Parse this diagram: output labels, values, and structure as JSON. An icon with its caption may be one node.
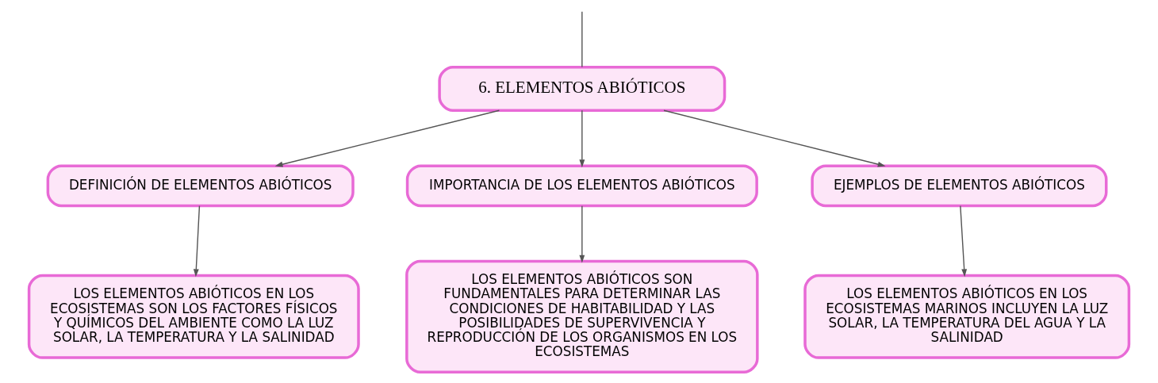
{
  "diagram": {
    "nodes": [
      {
        "text": [
          "6. ELEMENTOS ABIÓTICOS"
        ]
      },
      {
        "text": [
          "DEFINICIÓN DE ELEMENTOS ABIÓTICOS"
        ]
      },
      {
        "text": [
          "IMPORTANCIA DE LOS ELEMENTOS ABIÓTICOS"
        ]
      },
      {
        "text": [
          "EJEMPLOS DE ELEMENTOS ABIÓTICOS"
        ]
      },
      {
        "text": [
          "LOS ELEMENTOS ABIÓTICOS EN LOS ECOSISTEMAS SON LOS FACTORES FÍSICOS Y QUÍMICOS DEL AMBIENTE COMO LA LUZ SOLAR, LA TEMPERATURA Y LA SALINIDAD"
        ]
      },
      {
        "text": [
          "LOS ELEMENTOS ABIÓTICOS SON FUNDAMENTALES PARA DETERMINAR LAS CONDICIONES DE HABITABILIDAD Y LAS POSIBILIDADES DE SUPERVIVENCIA Y REPRODUCCIÓN DE LOS ORGANISMOS EN LOS ECOSISTEMAS"
        ]
      },
      {
        "text": [
          "LOS ELEMENTOS ABIÓTICOS EN LOS ECOSISTEMAS MARINOS INCLUYEN LA LUZ SOLAR, LA TEMPERATURA DEL AGUA Y LA SALINIDAD"
        ]
      }
    ],
    "edges": [
      {
        "from": null,
        "to": 0,
        "arrow": "none"
      },
      {
        "from": 0,
        "to": 1,
        "arrow": "to"
      },
      {
        "from": 0,
        "to": 2,
        "arrow": "to"
      },
      {
        "from": 0,
        "to": 3,
        "arrow": "to"
      },
      {
        "from": 1,
        "to": 4,
        "arrow": "to"
      },
      {
        "from": 2,
        "to": 5,
        "arrow": "to"
      },
      {
        "from": 3,
        "to": 6,
        "arrow": "to"
      }
    ]
  }
}
